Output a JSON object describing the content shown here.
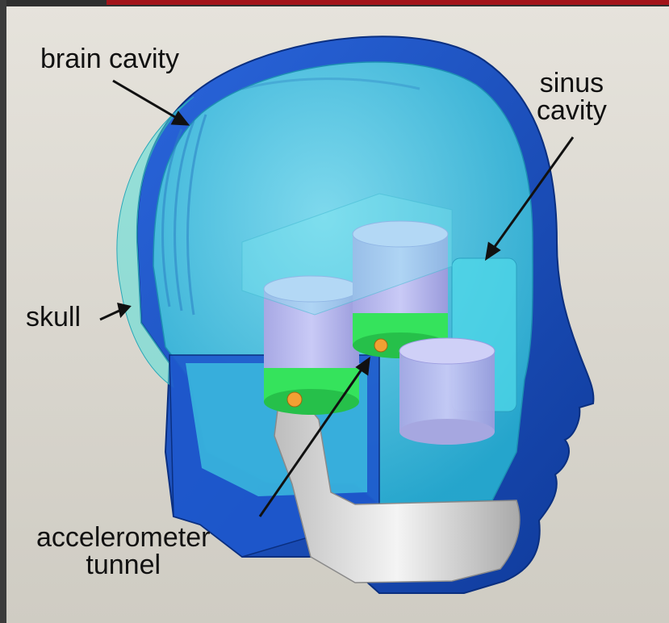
{
  "labels": {
    "brain_cavity": "brain cavity",
    "sinus_cavity": [
      "sinus",
      "cavity"
    ],
    "skull": "skull",
    "accelerometer_tunnel": [
      "accelerometer",
      "tunnel"
    ]
  },
  "colors": {
    "head_shell": "#1f56c9",
    "head_shell_dark": "#0f3a9a",
    "transparent_cavity": "#3fd0e0",
    "accelerometer_body": "#b7b8ee",
    "accelerometer_band": "#33e05a",
    "jaw": "#d9d9d9",
    "background": "#dedbd3",
    "border_red": "#a3141a"
  }
}
